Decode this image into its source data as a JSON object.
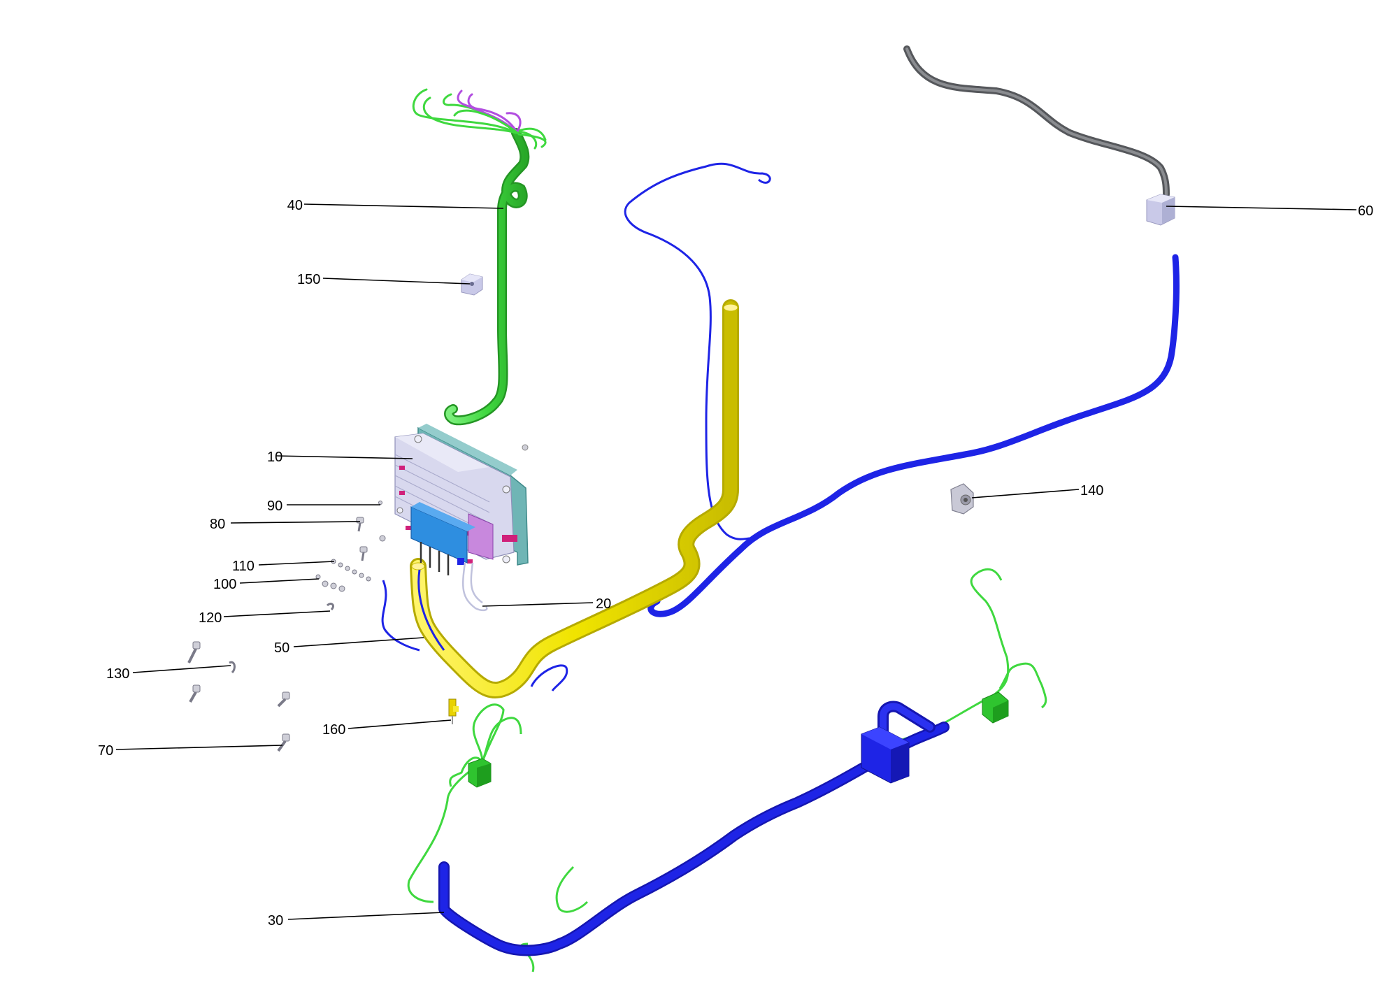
{
  "callouts": [
    {
      "id": "10",
      "label": "10"
    },
    {
      "id": "20",
      "label": "20"
    },
    {
      "id": "30",
      "label": "30"
    },
    {
      "id": "40",
      "label": "40"
    },
    {
      "id": "50",
      "label": "50"
    },
    {
      "id": "60",
      "label": "60"
    },
    {
      "id": "70",
      "label": "70"
    },
    {
      "id": "80",
      "label": "80"
    },
    {
      "id": "90",
      "label": "90"
    },
    {
      "id": "100",
      "label": "100"
    },
    {
      "id": "110",
      "label": "110"
    },
    {
      "id": "120",
      "label": "120"
    },
    {
      "id": "130",
      "label": "130"
    },
    {
      "id": "140",
      "label": "140"
    },
    {
      "id": "150",
      "label": "150"
    },
    {
      "id": "160",
      "label": "160"
    }
  ],
  "colors": {
    "yellow_harness": "#f0e400",
    "blue_harness": "#1e24e6",
    "green_harness": "#3fd83f",
    "gray_harness": "#6a6c70",
    "purple_wire": "#b24ee0",
    "module_lid": "#d8d8ee",
    "module_base": "#6fb5b5",
    "connector_blue": "#2e8ee0",
    "connector_pink": "#d0207a"
  }
}
